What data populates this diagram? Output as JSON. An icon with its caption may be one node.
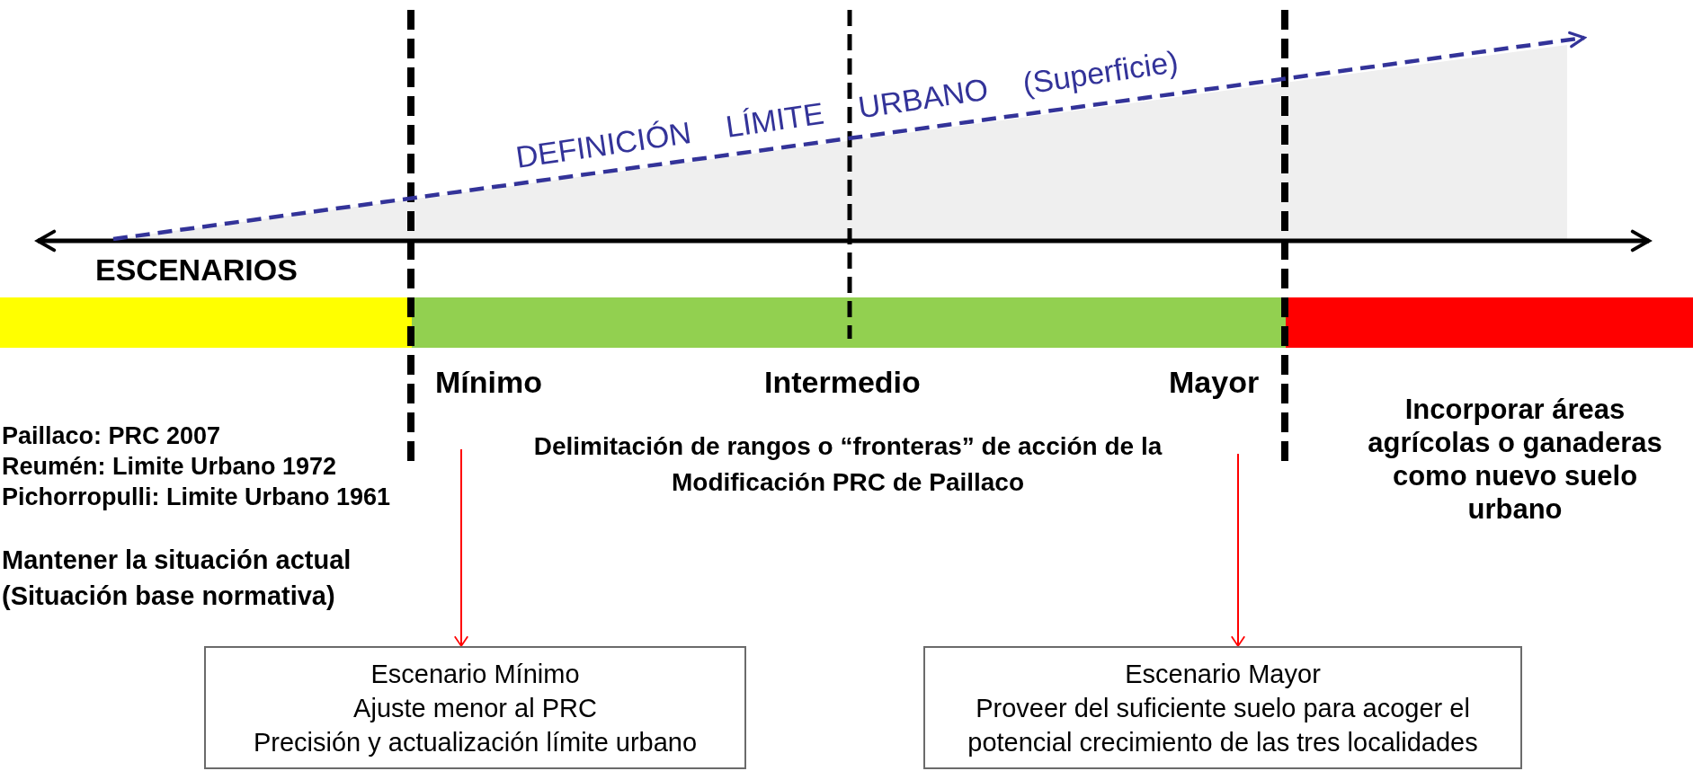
{
  "diagram": {
    "nodes": [
      {
        "text": [
          "Escenario Mínimo",
          "Ajuste menor al PRC",
          "Precisión y actualización límite urbano"
        ]
      },
      {
        "text": [
          "Escenario Mayor",
          "Proveer del suficiente suelo para acoger el potencial crecimiento de las tres localidades"
        ]
      }
    ],
    "edges": [
      {
        "from": null,
        "to": 0,
        "arrow": "to",
        "color": "#ff0000"
      },
      {
        "from": null,
        "to": 1,
        "arrow": "to",
        "color": "#ff0000"
      }
    ],
    "labels": [
      "DEFINICIÓN LÍMITE URBANO (Superficie)",
      "ESCENARIOS",
      "Mínimo",
      "Intermedio",
      "Mayor",
      "Incorporar áreas agrícolas o ganaderas como nuevo suelo urbano",
      "Paillaco: PRC 2007",
      "Reumén: Limite Urbano 1972",
      "Pichorropulli: Limite Urbano 1961",
      "Delimitación de rangos o “fronteras” de acción de la Modificación PRC de Paillaco",
      "Mantener la situación actual (Situación base normativa)"
    ]
  }
}
